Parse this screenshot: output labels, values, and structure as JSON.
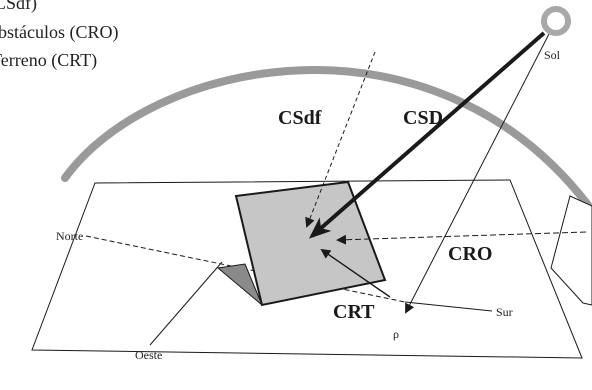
{
  "legend": {
    "line1": "(CSdf)",
    "line2": "Obstáculos (CRO)",
    "line3": "Terreno (CRT)"
  },
  "labels": {
    "sun": "Sol",
    "diffuse": "CSdf",
    "direct": "CSD",
    "obstacles": "CRO",
    "terrain": "CRT",
    "albedo": "ρ",
    "north": "Norte",
    "south": "Sur",
    "west": "Oeste"
  },
  "colors": {
    "sky_arc": "#9a9a9a",
    "panel_fill": "#c6c6c6",
    "panel_shadow": "#8a8a8a",
    "sun_ring": "#a8a8a8",
    "lines": "#1a1a1a"
  }
}
